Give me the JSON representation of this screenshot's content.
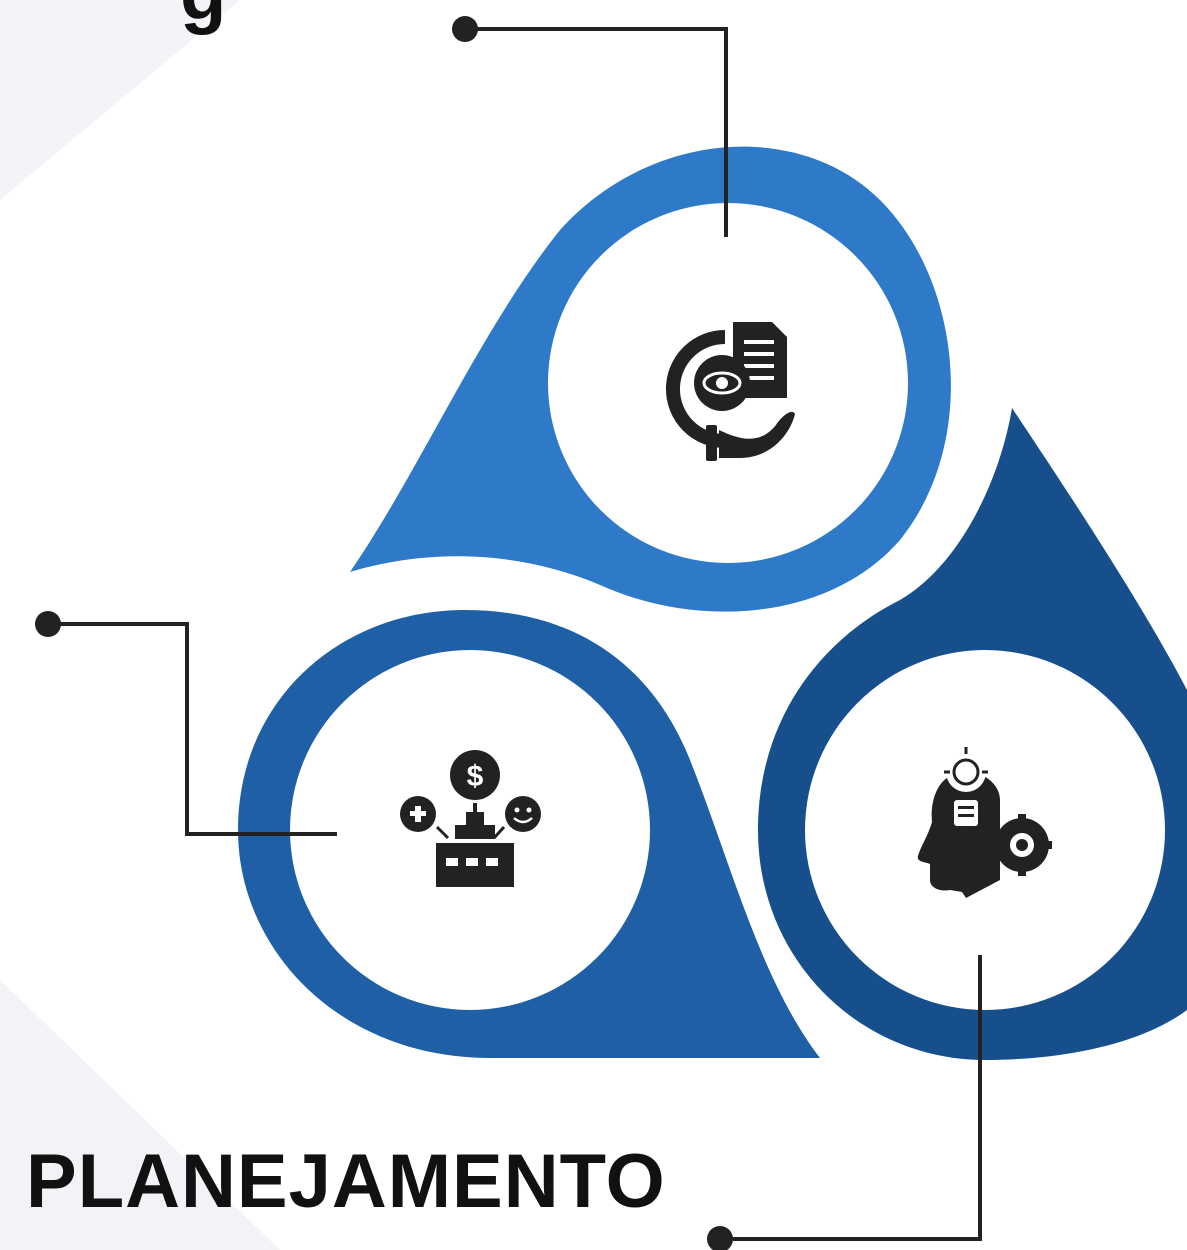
{
  "title": "PLANEJAMENTO",
  "colors": {
    "light_blue": "#2E7AC9",
    "medium_blue": "#1F5FA6",
    "dark_blue": "#174F8C",
    "icon_dark": "#222222",
    "connector": "#222222",
    "background_shade": "#EEF1F5"
  },
  "nodes": [
    {
      "id": "top",
      "icon": "eye-document-hand-icon"
    },
    {
      "id": "left",
      "icon": "budget-factory-icon"
    },
    {
      "id": "right",
      "icon": "head-lightbulb-gear-icon"
    }
  ]
}
